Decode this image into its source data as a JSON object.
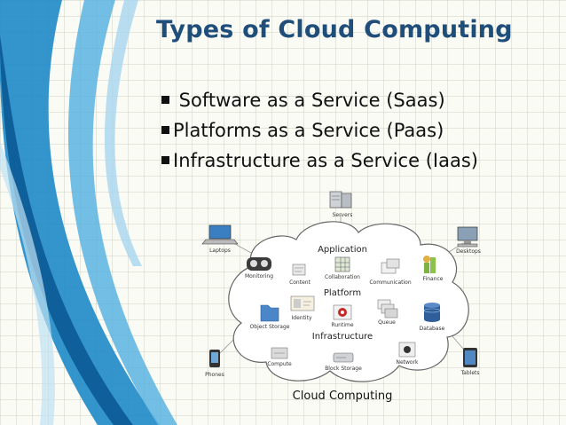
{
  "slide": {
    "title": "Types of Cloud Computing",
    "bullets": [
      " Software as a Service (Saas)",
      "Platforms as a Service (Paas)",
      "Infrastructure as a Service (Iaas)"
    ]
  },
  "diagram": {
    "caption": "Cloud Computing",
    "layers": {
      "application": "Application",
      "platform": "Platform",
      "infrastructure": "Infrastructure"
    },
    "devices": {
      "servers": "Servers",
      "laptops": "Laptops",
      "desktops": "Desktops",
      "phones": "Phones",
      "tablets": "Tablets"
    },
    "components": {
      "monitoring": "Monitoring",
      "content": "Content",
      "collaboration": "Collaboration",
      "communication": "Communication",
      "finance": "Finance",
      "identity": "Identity",
      "object_storage": "Object Storage",
      "runtime": "Runtime",
      "queue": "Queue",
      "database": "Database",
      "compute": "Compute",
      "block_storage": "Block Storage",
      "network": "Network"
    }
  }
}
